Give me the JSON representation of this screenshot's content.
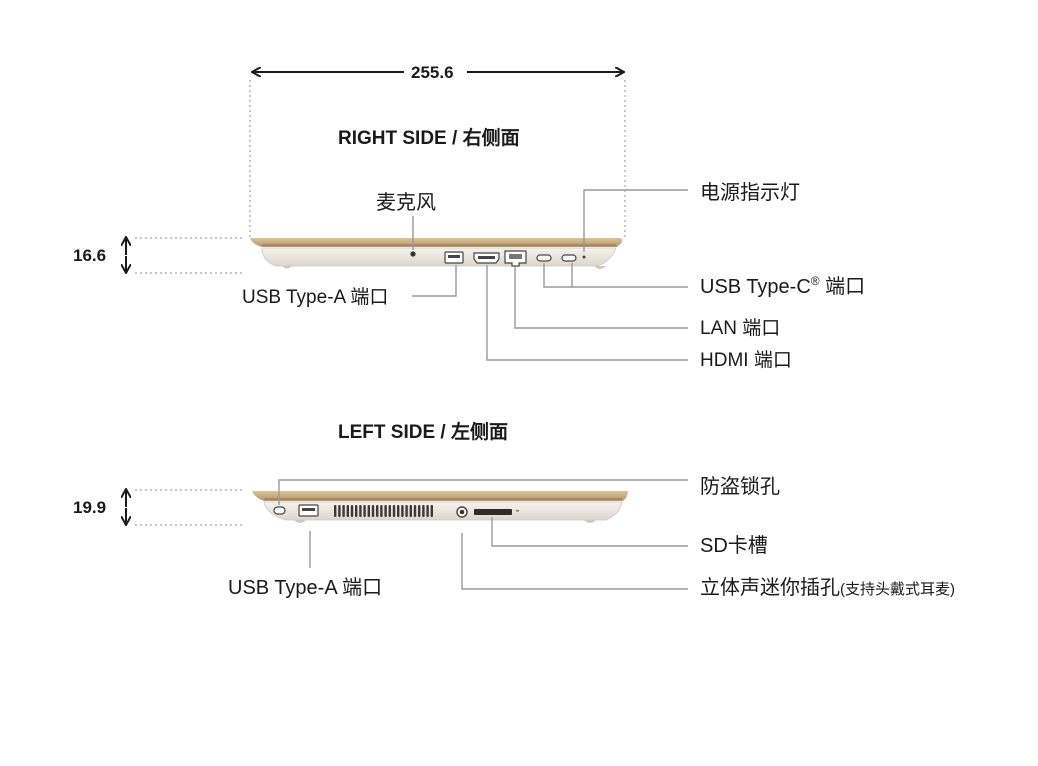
{
  "dimensions": {
    "width": "255.6",
    "right_height": "16.6",
    "left_height": "19.9"
  },
  "right_side": {
    "title": "RIGHT SIDE / 右侧面",
    "labels": {
      "microphone": "麦克风",
      "power_indicator": "电源指示灯",
      "usb_a": "USB Type-A 端口",
      "usb_c_prefix": "USB Type-C",
      "usb_c_reg": "®",
      "usb_c_suffix": " 端口",
      "lan": "LAN 端口",
      "hdmi": "HDMI 端口"
    }
  },
  "left_side": {
    "title": "LEFT SIDE / 左侧面",
    "labels": {
      "security_lock": "防盗锁孔",
      "sd_slot": "SD卡槽",
      "usb_a": "USB Type-A 端口",
      "audio_jack": "立体声迷你插孔",
      "audio_note": "(支持头戴式耳麦)"
    }
  },
  "colors": {
    "lid_gold": "#c9a97a",
    "body_silver": "#ece7e1",
    "leader_line": "#9a9a9a",
    "dim_arrow": "#1a1a1a"
  }
}
